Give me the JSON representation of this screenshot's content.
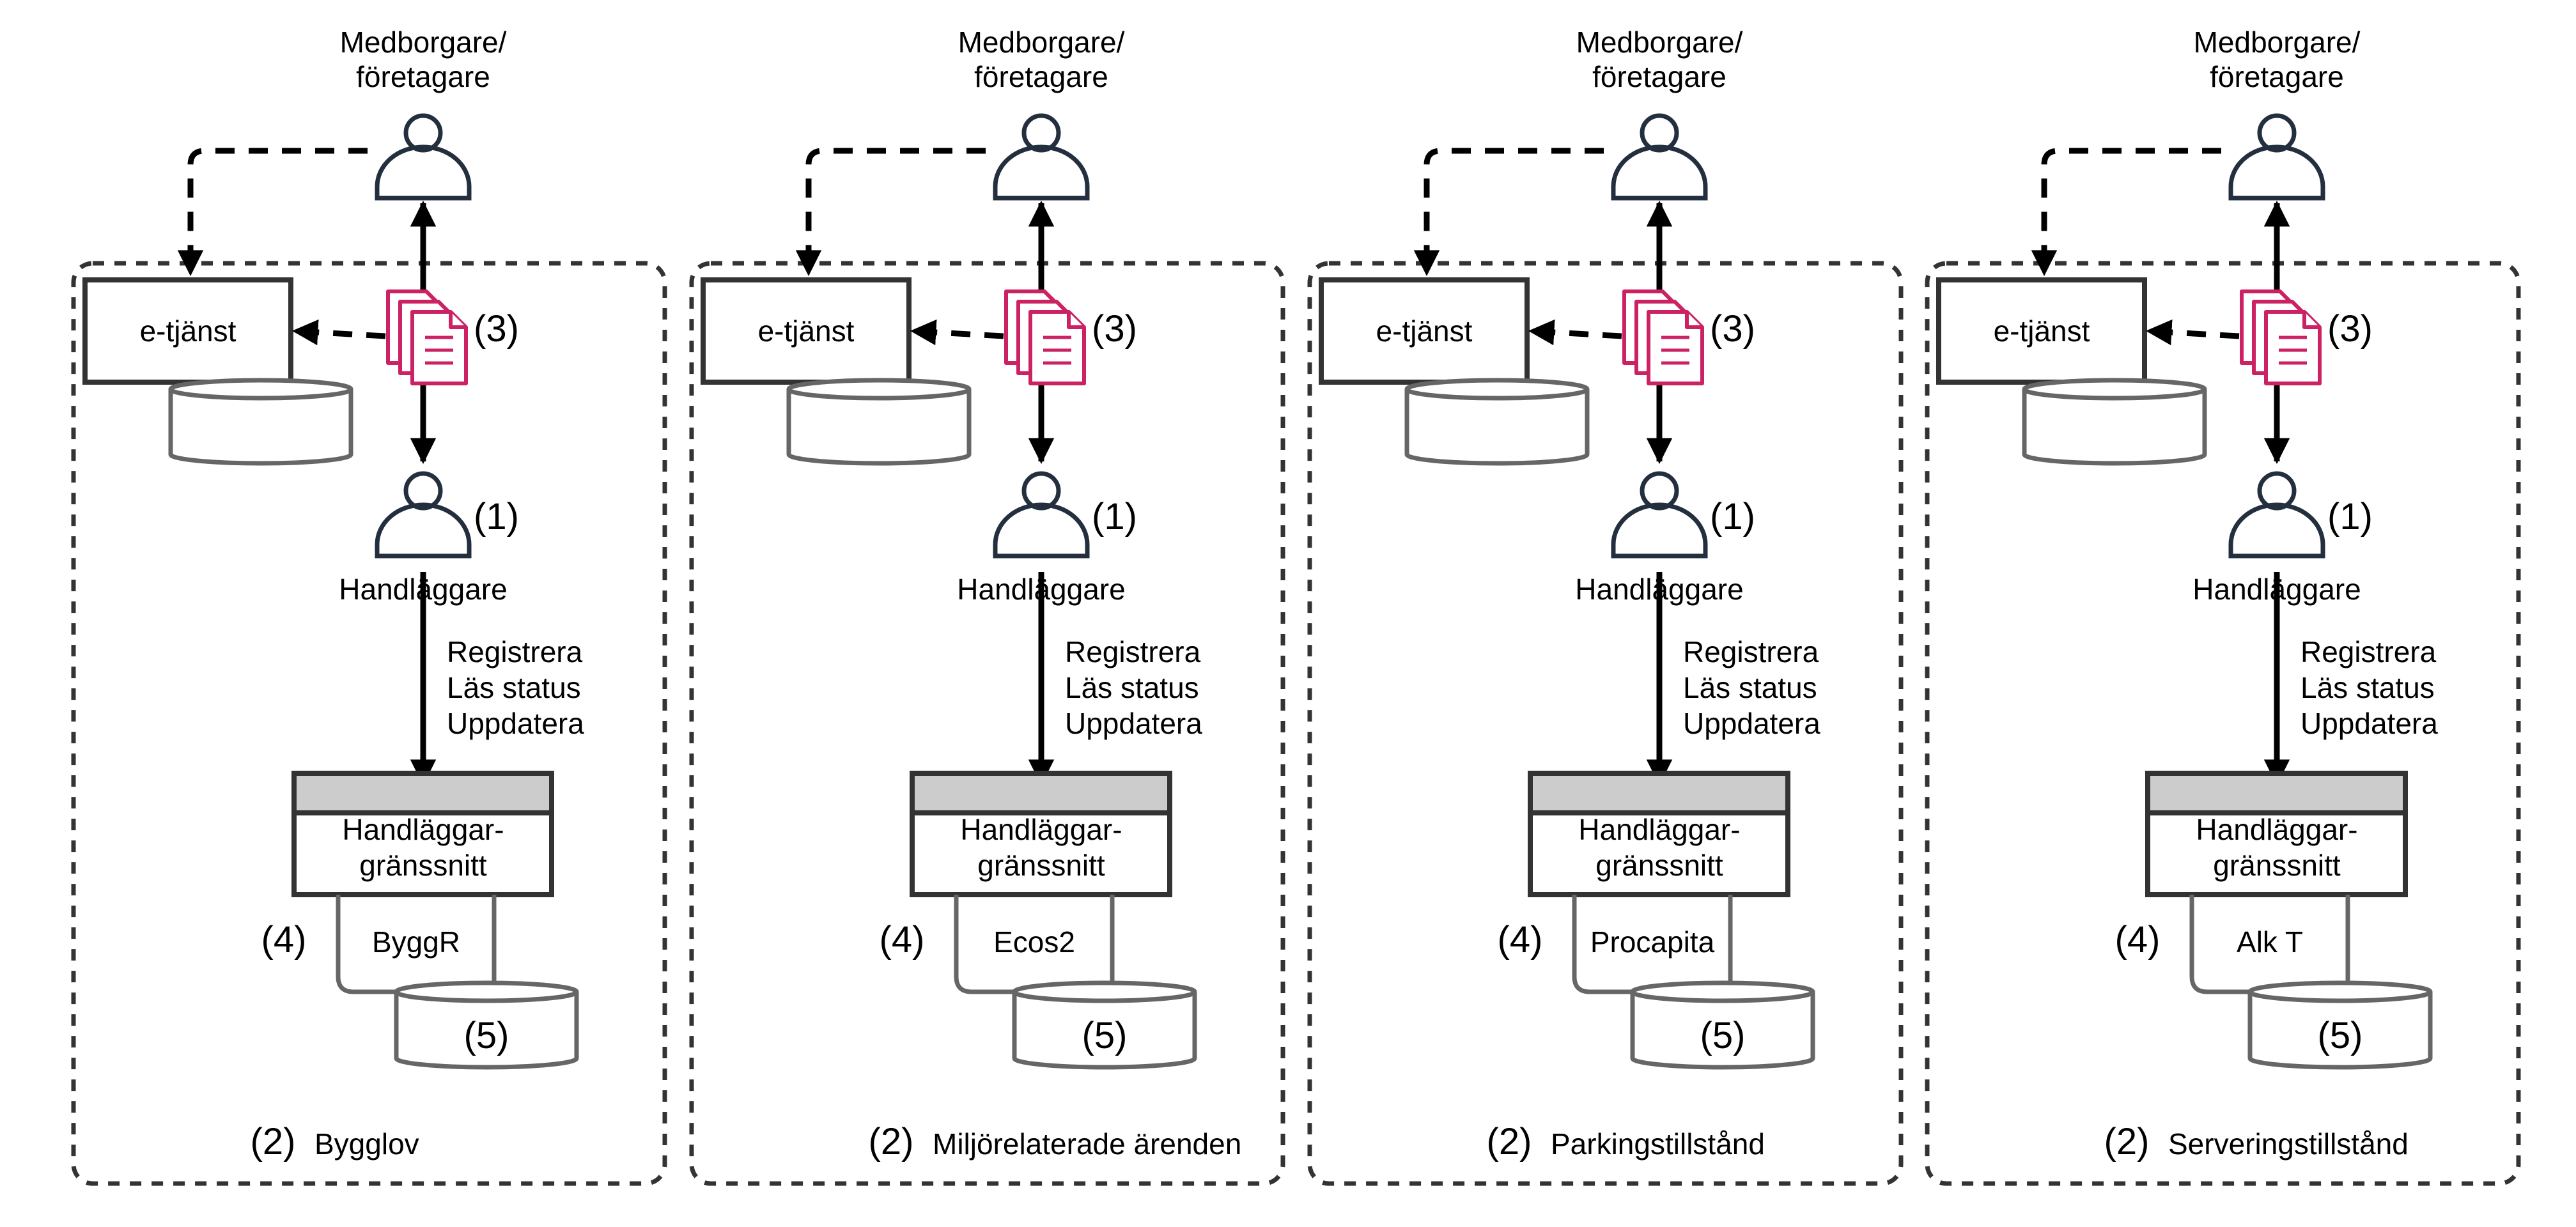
{
  "colors": {
    "line": "#000000",
    "person_icon": "#232f3e",
    "document_icon": "#cc2264",
    "box_header": "#cccccc",
    "database": "#666666",
    "group_border": "#333333"
  },
  "labels": {
    "citizen_line1": "Medborgare/",
    "citizen_line2": "företagare",
    "eservice": "e-tjänst",
    "documents_marker": "(3)",
    "caseworker_marker": "(1)",
    "caseworker": "Handläggare",
    "actions": [
      "Registrera",
      "Läs status",
      "Uppdatera"
    ],
    "ui_line1": "Handläggar-",
    "ui_line2": "gränssnitt",
    "system_marker": "(4)",
    "database_marker": "(5)",
    "area_marker": "(2)"
  },
  "panels": [
    {
      "system": "ByggR",
      "area": "Bygglov"
    },
    {
      "system": "Ecos2",
      "area": "Miljörelaterade ärenden"
    },
    {
      "system": "Procapita",
      "area": "Parkingstillstånd"
    },
    {
      "system": "Alk T",
      "area": "Serveringstillstånd"
    }
  ]
}
